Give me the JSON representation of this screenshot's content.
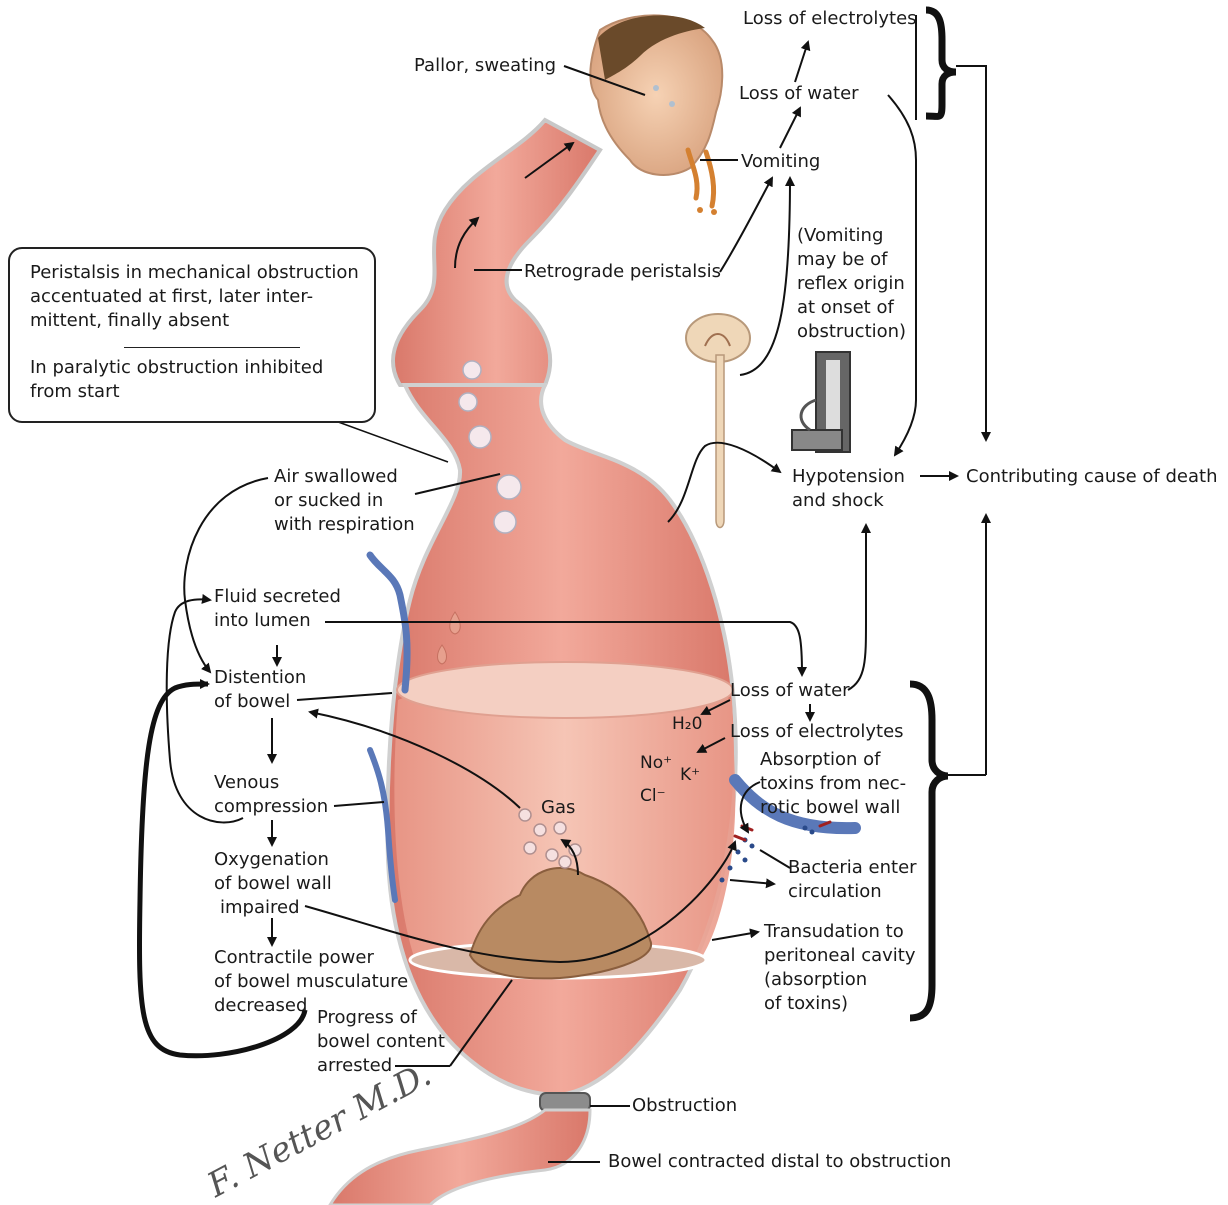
{
  "labels": {
    "pallor": "Pallor, sweating",
    "loss_electrolytes_top": "Loss of electrolytes",
    "loss_water_top": "Loss of water",
    "vomiting": "Vomiting",
    "retrograde": "Retrograde peristalsis",
    "vomiting_note": [
      "(Vomiting",
      "may be of",
      "reflex origin",
      "at onset of",
      "obstruction)"
    ],
    "box_line1": [
      "Peristalsis in mechanical obstruction",
      "accentuated at first, later inter-",
      "mittent, finally absent"
    ],
    "box_line2": [
      "In paralytic obstruction inhibited",
      "from start"
    ],
    "air": [
      "Air swallowed",
      "or sucked in",
      "with respiration"
    ],
    "hypotension": [
      "Hypotension",
      "and shock"
    ],
    "cause_death": "Contributing cause of death",
    "fluid": [
      "Fluid secreted",
      "into lumen"
    ],
    "distention": [
      "Distention",
      "of bowel"
    ],
    "venous": [
      "Venous",
      "compression"
    ],
    "oxygenation": [
      "Oxygenation",
      "of bowel wall",
      "impaired"
    ],
    "contractile": [
      "Contractile power",
      "of bowel musculature",
      "decreased"
    ],
    "progress": [
      "Progress of",
      "bowel content",
      "arrested"
    ],
    "gas": "Gas",
    "loss_water_mid": "Loss of water",
    "loss_electrolytes_mid": "Loss of electrolytes",
    "absorption": [
      "Absorption of",
      "toxins from nec-",
      "rotic bowel wall"
    ],
    "bacteria": [
      "Bacteria enter",
      "circulation"
    ],
    "transudation": [
      "Transudation to",
      "peritoneal cavity",
      "(absorption",
      "of toxins)"
    ],
    "obstruction": "Obstruction",
    "bowel_contracted": "Bowel contracted distal to obstruction",
    "h2o": "H₂0",
    "na": "No⁺",
    "k": "K⁺",
    "cl": "Cl⁻"
  },
  "signature": "F. Netter M.D.",
  "colors": {
    "bowel": "#e58a7c",
    "bowel_dark": "#c96a5c",
    "fluid": "#f0bba8",
    "vein": "#5a78b8",
    "skin": "#f2c6a6",
    "text": "#1a1a1a"
  }
}
